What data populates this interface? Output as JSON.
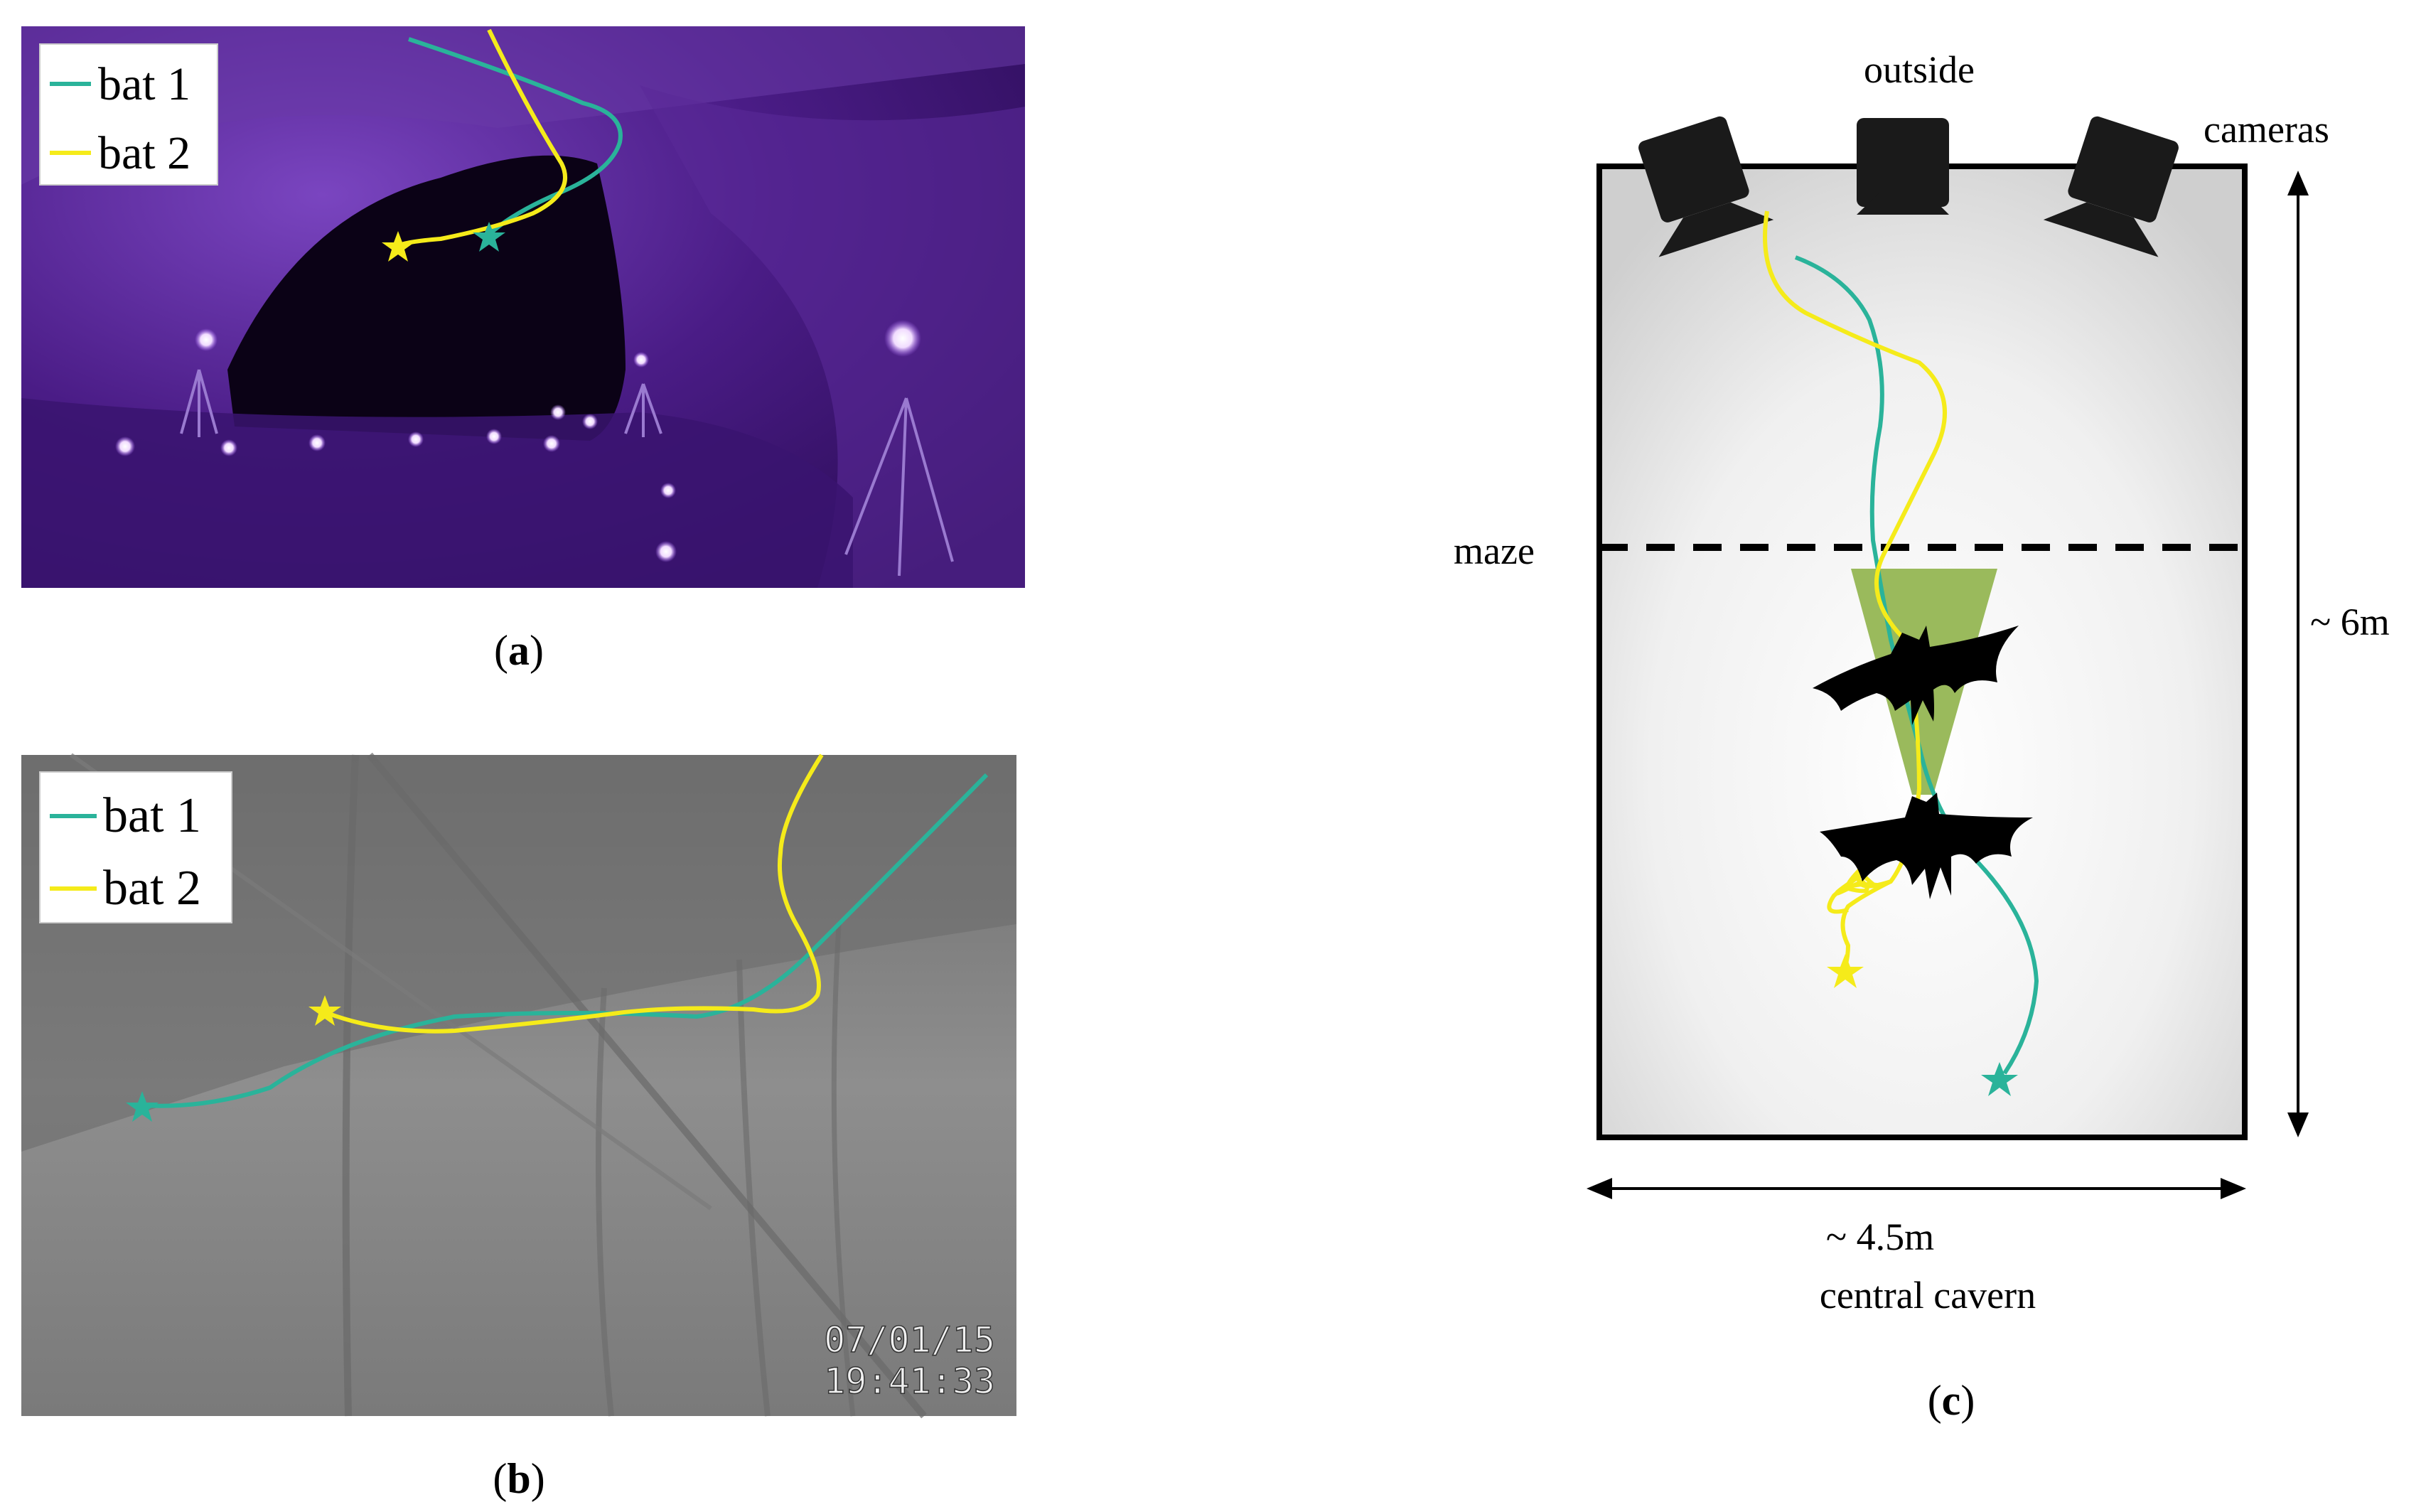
{
  "panel_a": {
    "caption": "(a)",
    "caption_letter": "a",
    "legend": [
      "bat 1",
      "bat 2"
    ]
  },
  "panel_b": {
    "caption": "(b)",
    "caption_letter": "b",
    "legend": [
      "bat 1",
      "bat 2"
    ],
    "timestamp_date": "07/01/15",
    "timestamp_time": "19:41:33"
  },
  "panel_c": {
    "caption": "(c)",
    "caption_letter": "c",
    "label_outside": "outside",
    "label_cameras": "cameras",
    "label_maze": "maze",
    "label_height": "~ 6m",
    "label_width": "~ 4.5m",
    "label_central": "central cavern"
  },
  "colors": {
    "bat1": "#2ab39a",
    "bat2": "#f5eb1a",
    "cave_purple": "#4a1c86",
    "thermal_gray": "#8a8a8a",
    "cone_green": "#8fb24a"
  }
}
